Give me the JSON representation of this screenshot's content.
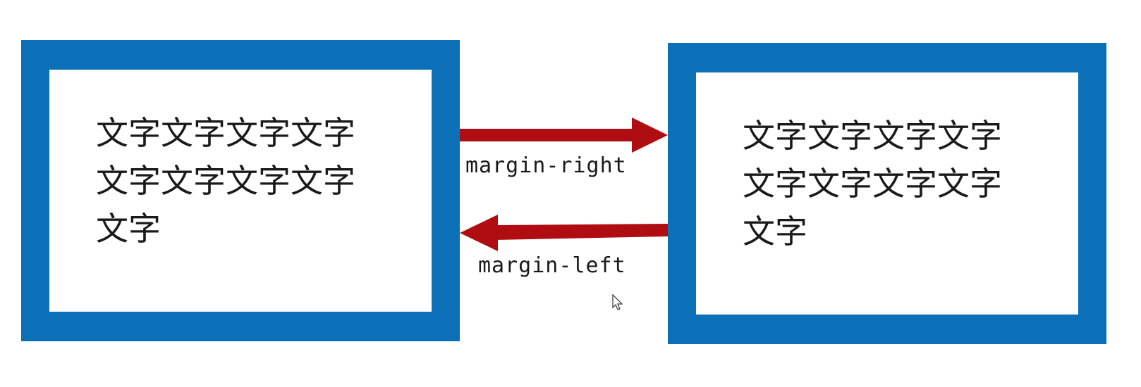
{
  "colors": {
    "box_border": "#0b70b8",
    "arrow": "#b00d12",
    "text": "#1a1a1a"
  },
  "left_box": {
    "lines": [
      "文字文字文字文字",
      "文字文字文字文字",
      "文字"
    ]
  },
  "right_box": {
    "lines": [
      "文字文字文字文字",
      "文字文字文字文字",
      "文字"
    ]
  },
  "arrows": {
    "top": {
      "direction": "right",
      "label": "margin-right"
    },
    "bottom": {
      "direction": "left",
      "label": "margin-left"
    }
  },
  "cursor": {
    "icon": "mouse-pointer-icon"
  }
}
